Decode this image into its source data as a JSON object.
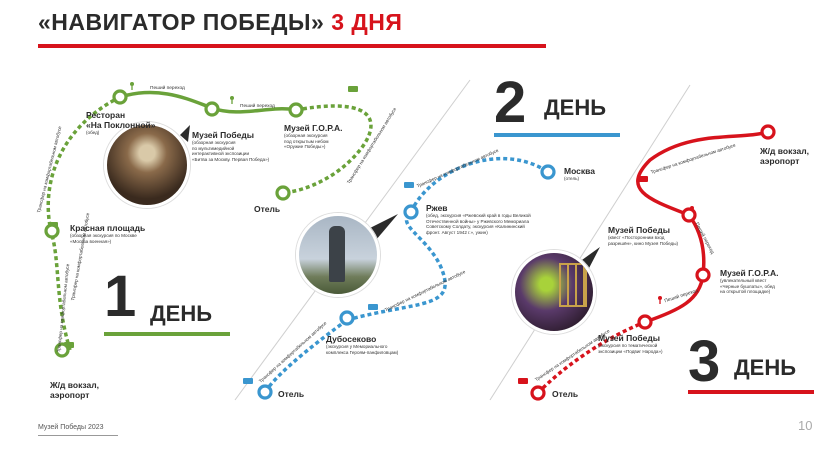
{
  "title": {
    "part1": "«НАВИГАТОР ПОБЕДЫ»",
    "part2": "3 ДНЯ"
  },
  "colors": {
    "day1": "#6aa23a",
    "day2": "#3a96cf",
    "day3": "#d7131c",
    "dark": "#2b2b2b"
  },
  "day1": {
    "number": "1",
    "word": "ДЕНЬ",
    "stops": {
      "rail": {
        "name": "Ж/д вокзал,\nаэропорт"
      },
      "square": {
        "name": "Красная площадь",
        "desc": "(обзорная экскурсия по Москве\n«Москва военная»)"
      },
      "restaurant": {
        "name": "Ресторан\n«На Поклонной»",
        "desc": "(обед)"
      },
      "museum": {
        "name": "Музей Победы",
        "desc": "(обзорная экскурсия\nпо мультимедийной\nинтерактивной экспозиции\n«Битва за Москву. Первая Победа»)"
      },
      "gora": {
        "name": "Музей Г.О.Р.А.",
        "desc": "(обзорная экскурсия\nпод открытым небом\n«Оружие Победы»)"
      },
      "hotel": {
        "name": "Отель"
      }
    },
    "routes": {
      "r1": "Трансфер на комфортабельном автобусе",
      "r2": "Трансфер на комфортабельном автобусе",
      "r3": "Трансфер на комфортабельном автобусе",
      "r4": "Трансфер на комфортабельном автобусе",
      "walk1": "Пеший переход",
      "walk2": "Пеший переход"
    }
  },
  "day2": {
    "number": "2",
    "word": "ДЕНЬ",
    "stops": {
      "hotel": {
        "name": "Отель"
      },
      "dubosekovo": {
        "name": "Дубосеково",
        "desc": "(экскурсия у Мемориального\nкомплекса Героям-панфиловцам)"
      },
      "rzhev": {
        "name": "Ржев",
        "desc": "(обед, экскурсия «Ржевский край в годы Великой\nОтечественной войны» у Ржевского Мемориала\nСоветскому Солдату, экскурсия «Калининский\nфронт. Август 1942 г.», ужин)"
      },
      "moscow": {
        "name": "Москва",
        "desc": "(отель)"
      }
    },
    "routes": {
      "r1": "Трансфер на комфортабельном автобусе",
      "r2": "Трансфер на комфортабельном автобусе",
      "r3": "Трансфер на комфортабельном автобусе"
    }
  },
  "day3": {
    "number": "3",
    "word": "ДЕНЬ",
    "stops": {
      "hotel": {
        "name": "Отель"
      },
      "museum2": {
        "name": "Музей Победы",
        "desc": "(экскурсия по тематической\nэкспозиции «Подвиг Народа»)"
      },
      "gora2": {
        "name": "Музей Г.О.Р.А.",
        "desc": "(увлекательный квест\n«Черные бушлаты», обед\nна открытой площадке)"
      },
      "museum1": {
        "name": "Музей Победы",
        "desc": "(квест «Посторонним вход\nразрешён», кино Музея Победы)"
      },
      "rail": {
        "name": "Ж/д вокзал,\nаэропорт"
      }
    },
    "routes": {
      "r1": "Трансфер на комфортабельном автобусе",
      "r2": "Трансфер на комфортабельном автобусе",
      "walk1": "Пеший переход",
      "walk2": "Пеший переход"
    }
  },
  "footer": {
    "text": "Музей Победы 2023",
    "page": "10"
  }
}
